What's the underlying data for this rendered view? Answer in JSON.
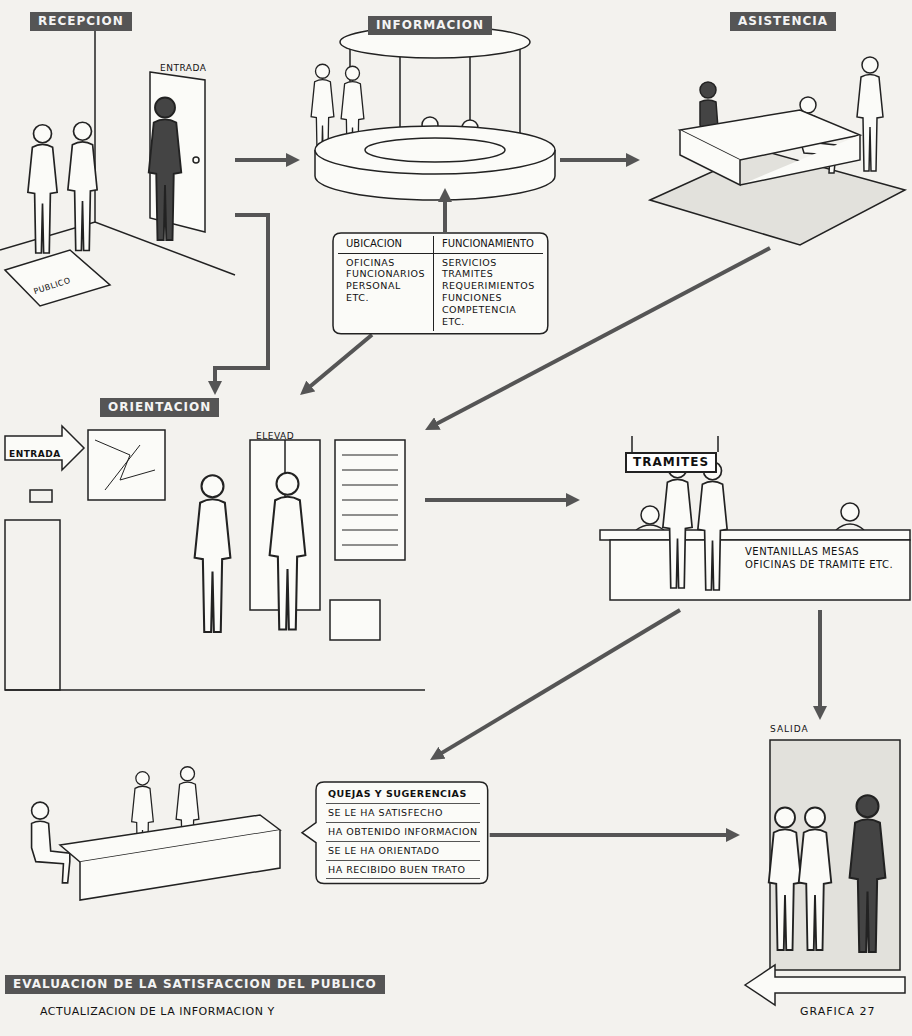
{
  "diagram": {
    "caption": "GRAFICA 27",
    "nodes": [
      {
        "text": [
          "RECEPCION"
        ]
      },
      {
        "text": [
          "INFORMACION"
        ]
      },
      {
        "text": [
          "UBICACION",
          "OFICINAS FUNCIONARIOS PERSONAL ETC.",
          "FUNCIONAMIENTO",
          "SERVICIOS TRAMITES REQUERIMIENTOS FUNCIONES COMPETENCIA ETC."
        ]
      },
      {
        "text": [
          "ASISTENCIA"
        ]
      },
      {
        "text": [
          "ORIENTACION"
        ]
      },
      {
        "text": [
          "TRAMITES",
          "VENTANILLAS MESAS OFICINAS DE TRAMITE ETC."
        ]
      },
      {
        "text": [
          "SALIDA"
        ]
      },
      {
        "text": [
          "EVALUACION DE LA SATISFACCION DEL PUBLICO"
        ]
      },
      {
        "text": [
          "QUEJAS Y SUGERENCIAS",
          "SE LE HA SATISFECHO",
          "HA OBTENIDO INFORMACION",
          "SE LE HA ORIENTADO",
          "HA RECIBIDO BUEN TRATO"
        ],
        "in": 7
      }
    ],
    "edges": [
      {
        "from": 0,
        "to": 1,
        "arrow": "to"
      },
      {
        "from": 1,
        "to": 3,
        "arrow": "to"
      },
      {
        "from": 0,
        "to": 4,
        "arrow": "to"
      },
      {
        "from": 2,
        "to": 4,
        "arrow": "to"
      },
      {
        "from": 3,
        "to": 4,
        "arrow": "to"
      },
      {
        "from": 2,
        "to": 1,
        "arrow": "to"
      },
      {
        "from": 4,
        "to": 5,
        "arrow": "to"
      },
      {
        "from": 5,
        "to": 6,
        "arrow": "to"
      },
      {
        "from": 5,
        "to": 7,
        "arrow": "to"
      },
      {
        "from": 8,
        "to": 6,
        "arrow": "to"
      }
    ],
    "labels": [
      "ENTRADA",
      "PUBLICO",
      "ENTRADA",
      "ELEVAD",
      "ACTUALIZACION DE LA INFORMACION Y"
    ]
  }
}
